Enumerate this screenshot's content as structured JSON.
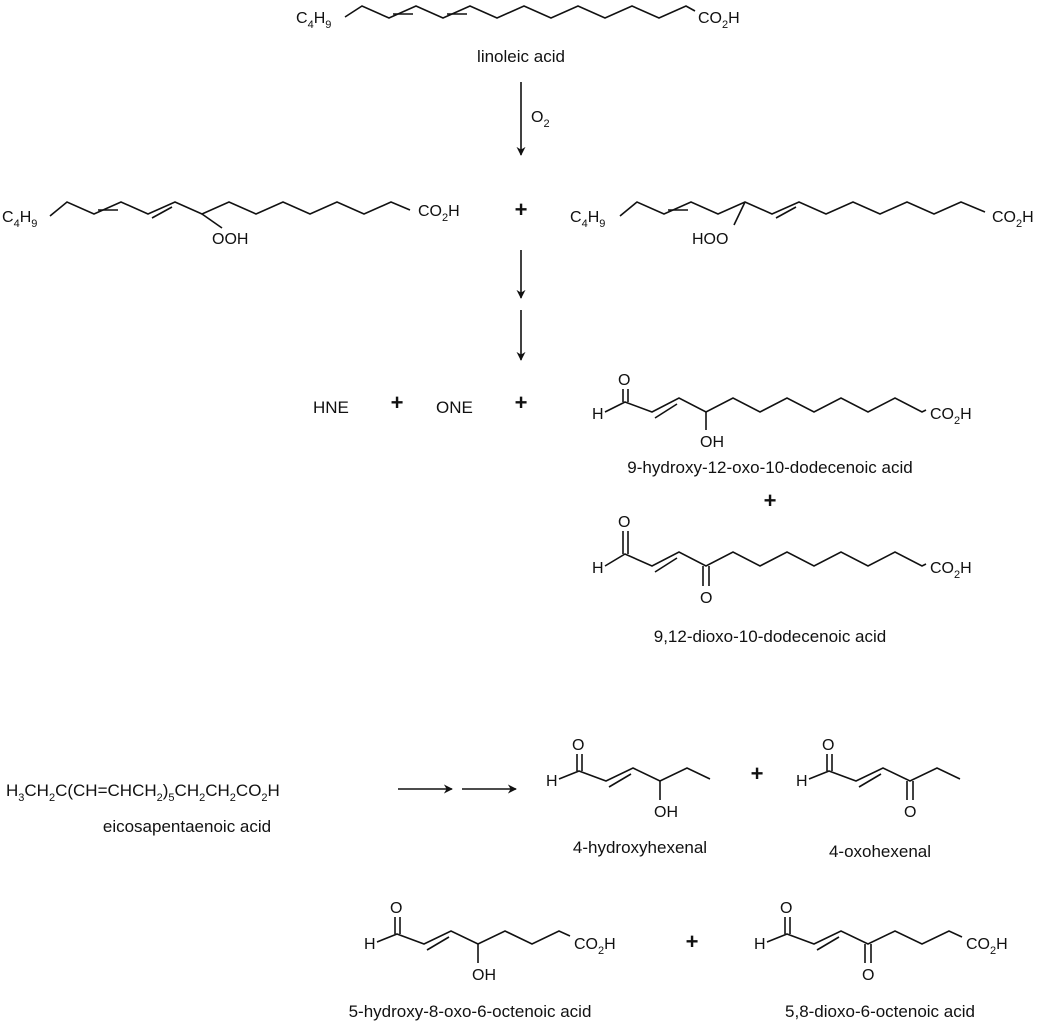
{
  "labels": {
    "linoleic": "linoleic acid",
    "hydroxy12": "9-hydroxy-12-oxo-10-dodecenoic acid",
    "dioxo12": "9,12-dioxo-10-dodecenoic acid",
    "epa": "eicosapentaenoic acid",
    "hhe": "4-hydroxyhexenal",
    "ohe": "4-oxohexenal",
    "hoo": "5-hydroxy-8-oxo-6-octenoic acid",
    "doo": "5,8-dioxo-6-octenoic acid"
  },
  "reagent": {
    "o": "O",
    "sub": "2"
  },
  "abbr": {
    "hne": "HNE",
    "one": "ONE"
  },
  "plus": "+",
  "atoms": {
    "c4h9": {
      "c": "C",
      "four": "4",
      "h": "H",
      "nine": "9"
    },
    "co2h": {
      "co": "CO",
      "two": "2",
      "h": "H"
    },
    "ooh": "OOH",
    "hoo": "HOO",
    "o": "O",
    "h": "H",
    "oh": "OH"
  },
  "epa_formula": {
    "p1": "H",
    "s1": "3",
    "p2": "CH",
    "s2": "2",
    "p3": "C(CH=CHCH",
    "s3": "2",
    "p4": ")",
    "s4": "5",
    "p5": "CH",
    "s5": "2",
    "p6": "CH",
    "s6": "2",
    "p7": "CO",
    "s7": "2",
    "p8": "H"
  }
}
